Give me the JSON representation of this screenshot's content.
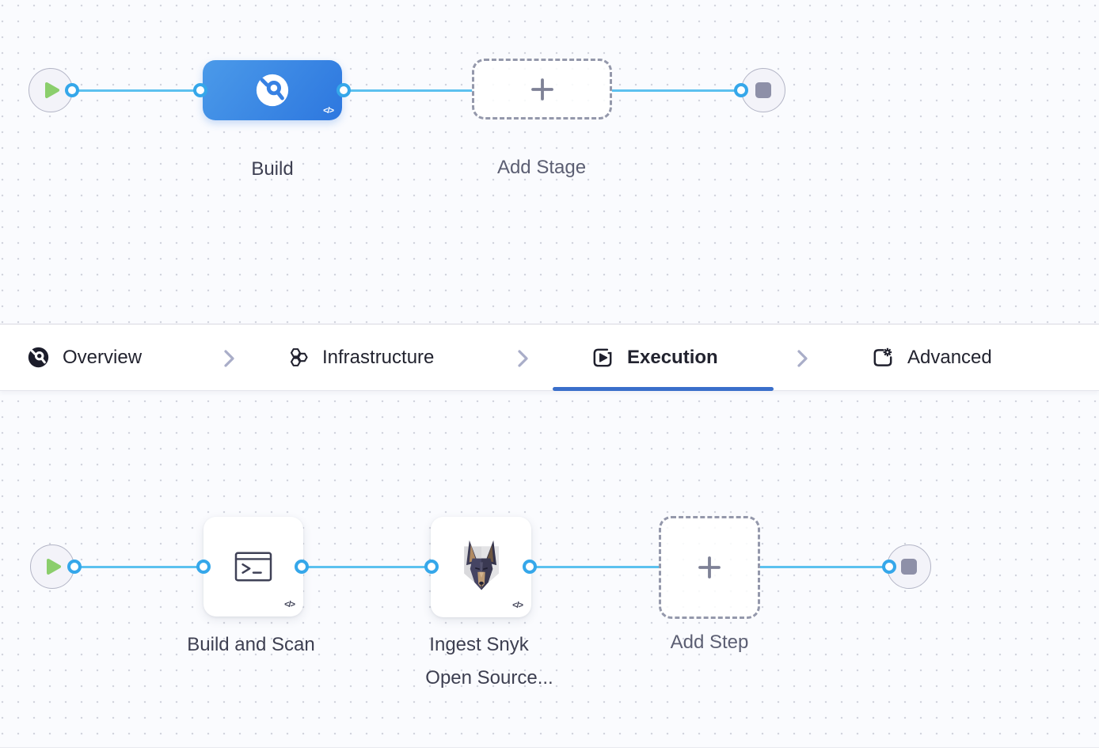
{
  "stage_canvas": {
    "stage_node_label": "Build",
    "add_stage_label": "Add Stage",
    "code_badge": "</>"
  },
  "tab_bar": {
    "tabs": [
      {
        "id": "overview",
        "label": "Overview",
        "icon": "ci-overview-icon",
        "active": false
      },
      {
        "id": "infrastructure",
        "label": "Infrastructure",
        "icon": "hexagons-icon",
        "active": false
      },
      {
        "id": "execution",
        "label": "Execution",
        "icon": "execution-play-icon",
        "active": true
      },
      {
        "id": "advanced",
        "label": "Advanced",
        "icon": "advanced-gear-icon",
        "active": false
      }
    ]
  },
  "execution_canvas": {
    "step1_label": "Build and Scan",
    "step2_label_line1": "Ingest Snyk",
    "step2_label_line2": "Open Source...",
    "add_step_label": "Add Step",
    "code_badge": "</>"
  },
  "colors": {
    "node_blue_start": "#4b9ae9",
    "node_blue_end": "#2d77df",
    "connector_line": "#5cc1ef",
    "connector_dot_ring": "#35a7ea",
    "active_tab_underline": "#3a6fca",
    "play_green": "#8bce6c",
    "canvas_background": "#fafbfe"
  }
}
